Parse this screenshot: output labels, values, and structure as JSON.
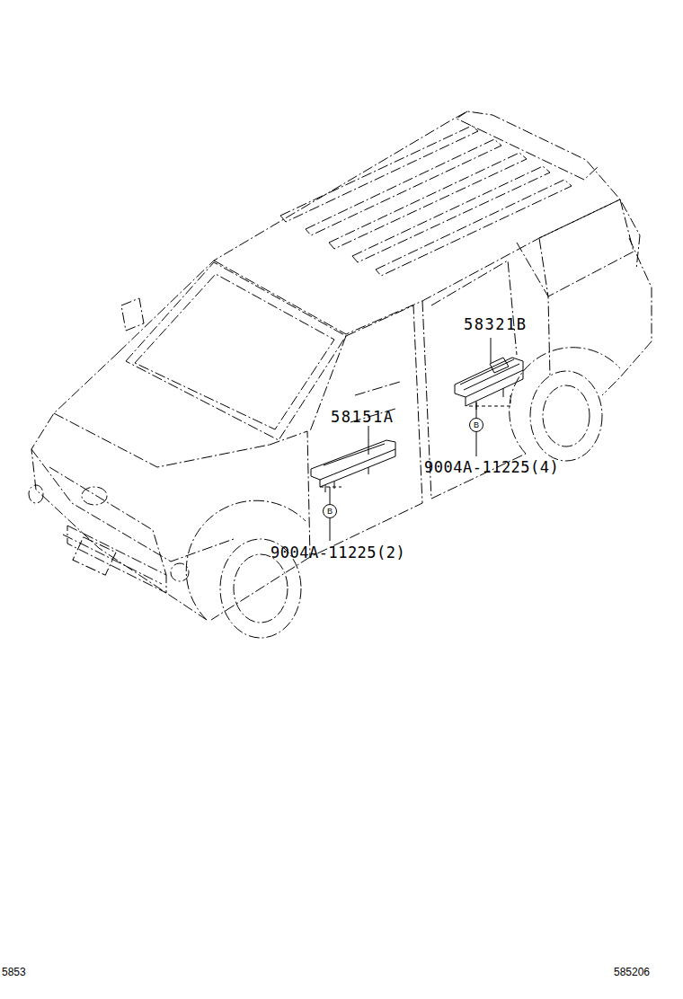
{
  "diagram": {
    "nodes": [
      {
        "text": [
          "B"
        ]
      },
      {
        "text": [
          "B"
        ]
      }
    ],
    "labels": [
      "58321B",
      "58151A",
      "9004A-11225(4)",
      "9004A-11225(2)",
      "5853",
      "585206"
    ]
  }
}
